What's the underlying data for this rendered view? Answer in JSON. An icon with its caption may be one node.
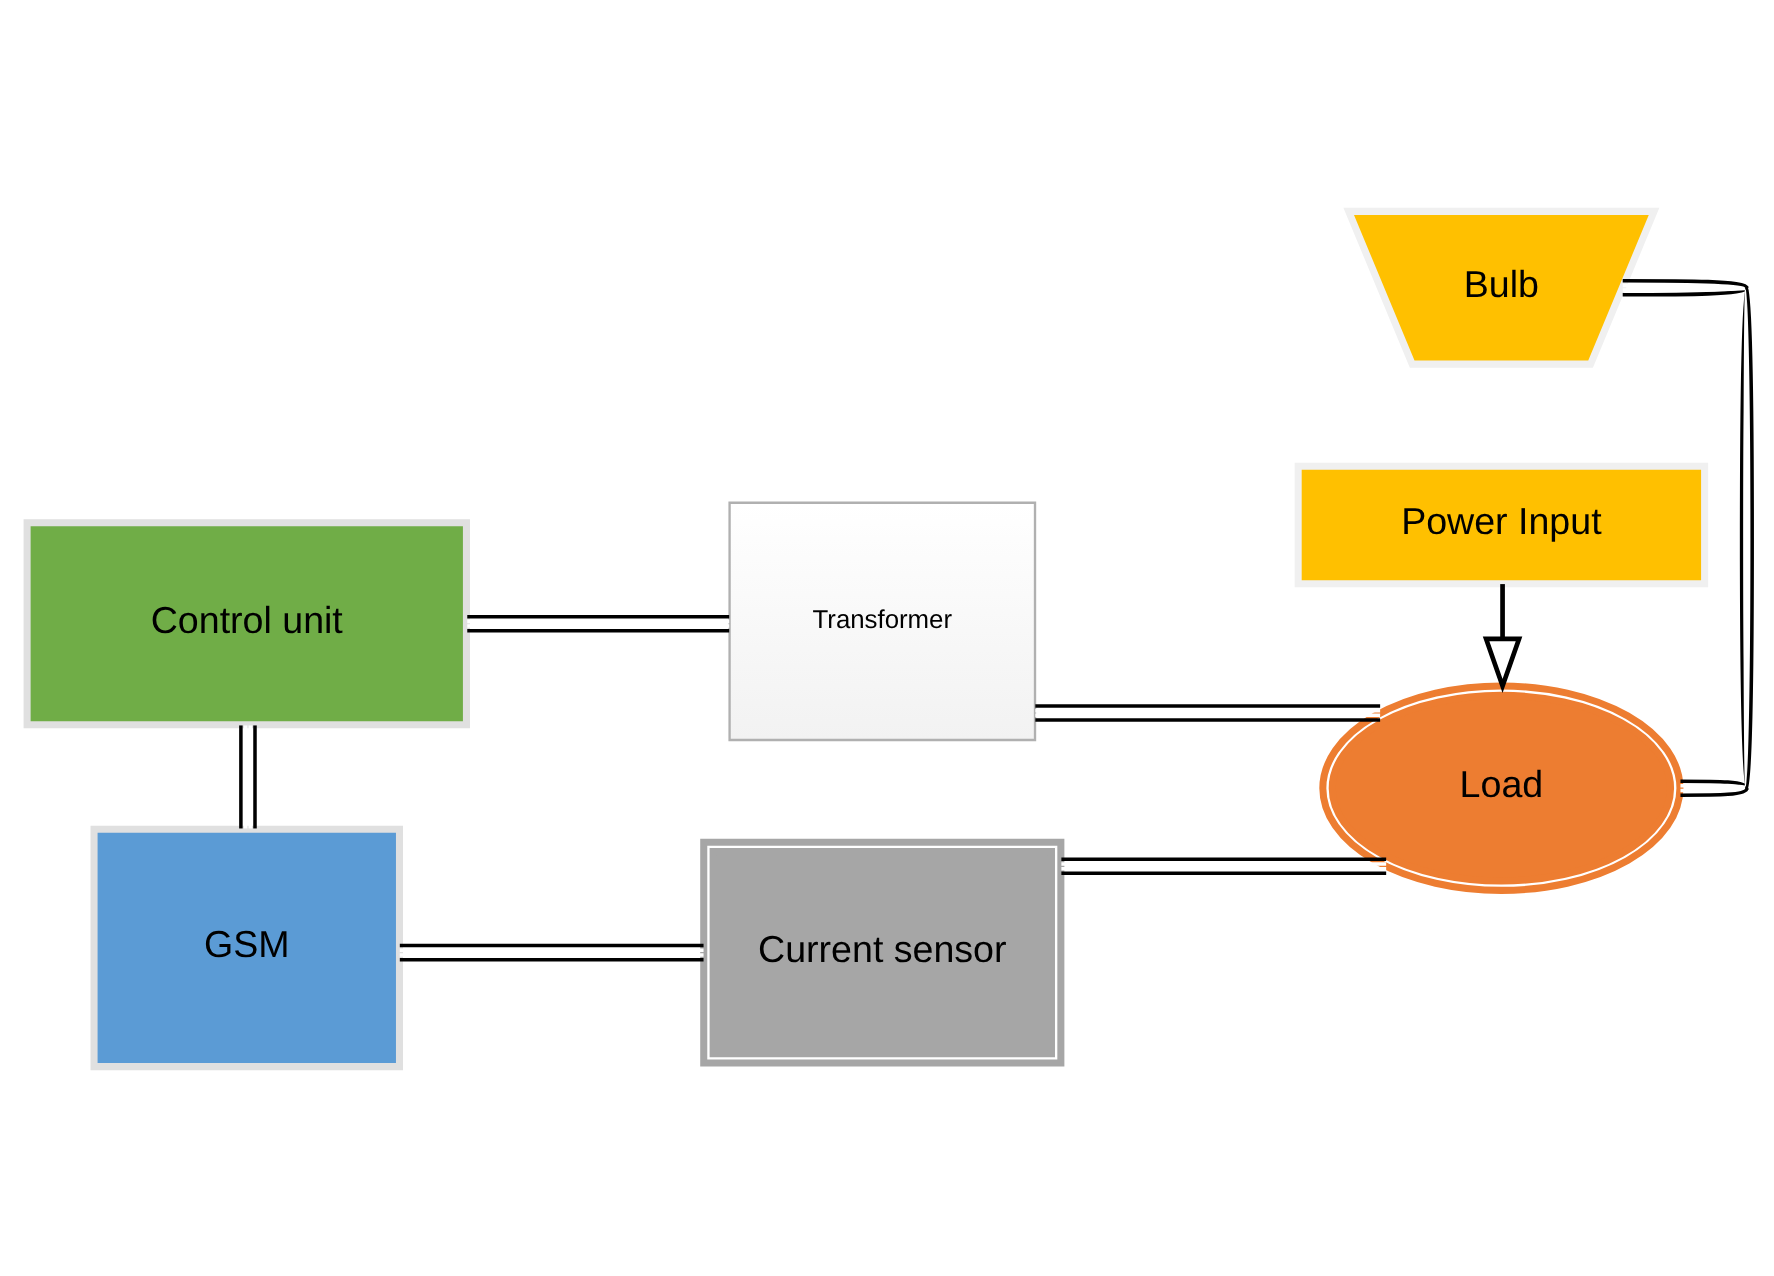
{
  "diagram": {
    "nodes": [
      {
        "text": [
          "Control unit"
        ]
      },
      {
        "text": [
          "Transformer"
        ]
      },
      {
        "text": [
          "Bulb"
        ]
      },
      {
        "text": [
          "Current sensor"
        ]
      },
      {
        "text": [
          "GSM"
        ]
      },
      {
        "text": [
          "Load"
        ]
      },
      {
        "text": [
          "Power Input"
        ]
      }
    ],
    "edges": [
      {
        "from": 0,
        "to": 1,
        "arrow": "none"
      },
      {
        "from": 1,
        "to": 5,
        "arrow": "none"
      },
      {
        "from": 0,
        "to": 4,
        "arrow": "none"
      },
      {
        "from": 4,
        "to": 3,
        "arrow": "none"
      },
      {
        "from": 3,
        "to": 5,
        "arrow": "none"
      },
      {
        "from": 2,
        "to": 5,
        "arrow": "none"
      },
      {
        "from": 6,
        "to": 5,
        "arrow": "to"
      }
    ]
  }
}
